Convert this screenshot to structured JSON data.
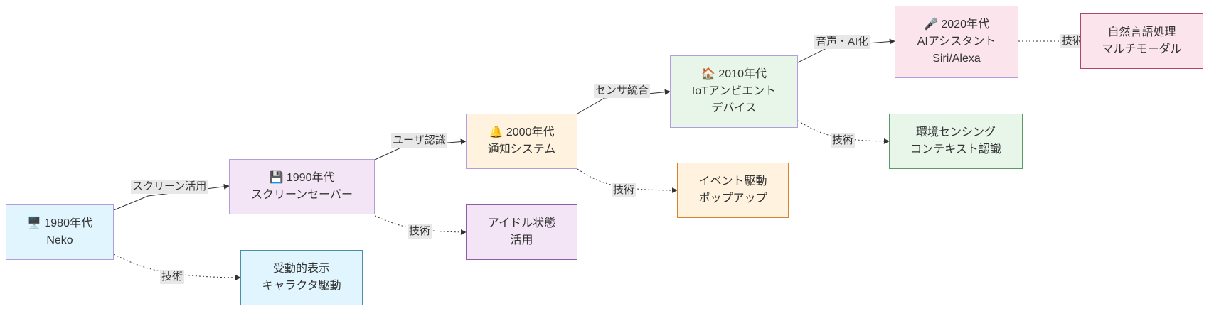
{
  "nodes": {
    "n1980": {
      "icon": "🖥️",
      "icon_name": "computer-icon",
      "era": "1980年代",
      "name": "Neko"
    },
    "n1990": {
      "icon": "💾",
      "icon_name": "floppy-disk-icon",
      "era": "1990年代",
      "name": "スクリーンセーバー"
    },
    "n2000": {
      "icon": "🔔",
      "icon_name": "bell-icon",
      "era": "2000年代",
      "name": "通知システム"
    },
    "n2010": {
      "icon": "🏠",
      "icon_name": "house-icon",
      "era": "2010年代",
      "name": "IoTアンビエント",
      "name2": "デバイス"
    },
    "n2020": {
      "icon": "🎤",
      "icon_name": "microphone-icon",
      "era": "2020年代",
      "name": "AIアシスタント",
      "name2": "Siri/Alexa"
    },
    "t1980": {
      "line1": "受動的表示",
      "line2": "キャラクタ駆動"
    },
    "t1990": {
      "line1": "アイドル状態",
      "line2": "活用"
    },
    "t2000": {
      "line1": "イベント駆動",
      "line2": "ポップアップ"
    },
    "t2010": {
      "line1": "環境センシング",
      "line2": "コンテキスト認識"
    },
    "t2020": {
      "line1": "自然言語処理",
      "line2": "マルチモーダル"
    }
  },
  "edges": {
    "e1": "スクリーン活用",
    "e2": "ユーザ認識",
    "e3": "センサ統合",
    "e4": "音声・AI化",
    "tech": "技術"
  },
  "colors": {
    "cyan": "#e1f5fe",
    "purple": "#f3e5f5",
    "orange": "#fff3e0",
    "green": "#e8f5e9",
    "pink": "#fce4ec",
    "edge": "#333333",
    "label_bg": "#e8e8e8"
  }
}
